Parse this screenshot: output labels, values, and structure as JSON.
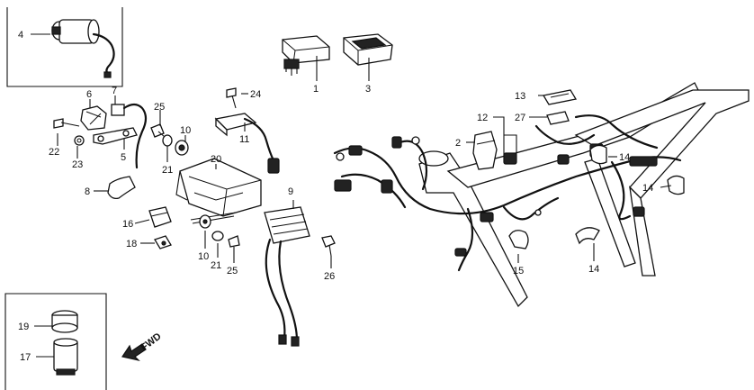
{
  "parts": {
    "p1": "1",
    "p2": "2",
    "p3": "3",
    "p4": "4",
    "p5": "5",
    "p6": "6",
    "p7": "7",
    "p8": "8",
    "p9": "9",
    "p10a": "10",
    "p10b": "10",
    "p11": "11",
    "p12": "12",
    "p13": "13",
    "p14a": "14",
    "p14b": "14",
    "p14c": "14",
    "p15": "15",
    "p16": "16",
    "p17": "17",
    "p18": "18",
    "p19": "19",
    "p20": "20",
    "p21a": "21",
    "p21b": "21",
    "p22": "22",
    "p23": "23",
    "p24": "24",
    "p25a": "25",
    "p25b": "25",
    "p26": "26",
    "p27": "27"
  },
  "fwd_label": "FWD"
}
